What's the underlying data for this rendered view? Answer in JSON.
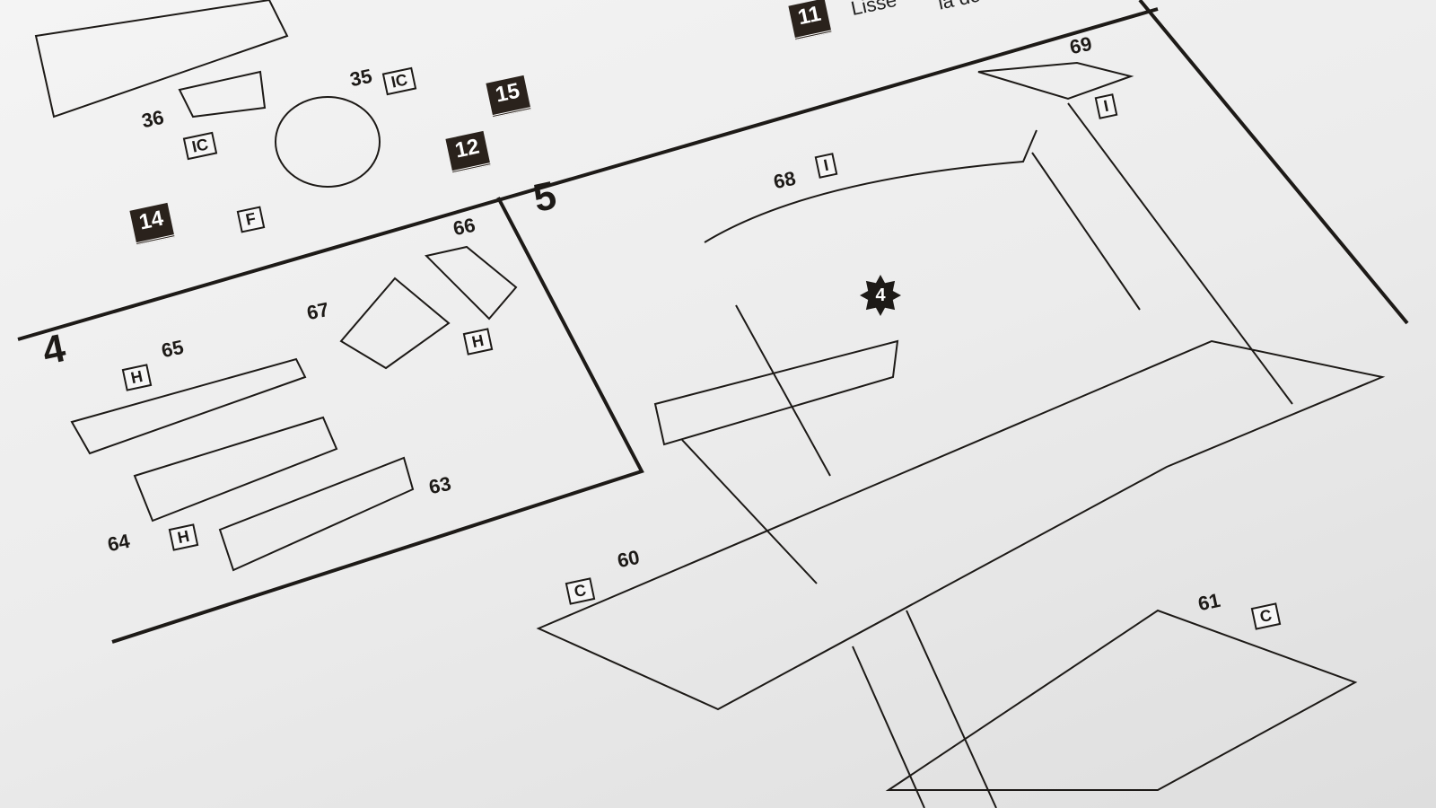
{
  "top_text": [
    "Lisse",
    "la do"
  ],
  "steps": {
    "step4": "4",
    "step5": "5"
  },
  "badges": {
    "b11": "11",
    "b15": "15",
    "b12": "12",
    "b14": "14"
  },
  "part_numbers": {
    "p36": "36",
    "p35": "35",
    "p65": "65",
    "p67": "67",
    "p66": "66",
    "p64": "64",
    "p63": "63",
    "p68": "68",
    "p69": "69",
    "p60": "60",
    "p61": "61"
  },
  "sprues": {
    "s35": "IC",
    "s36": "IC",
    "s14": "F",
    "s65": "H",
    "s66": "H",
    "s64": "H",
    "s68": "I",
    "s69": "I",
    "s60": "C",
    "s61": "C"
  },
  "star_ref": "4",
  "colors": {
    "ink": "#1d1a17",
    "paper": "#eeeeee"
  }
}
